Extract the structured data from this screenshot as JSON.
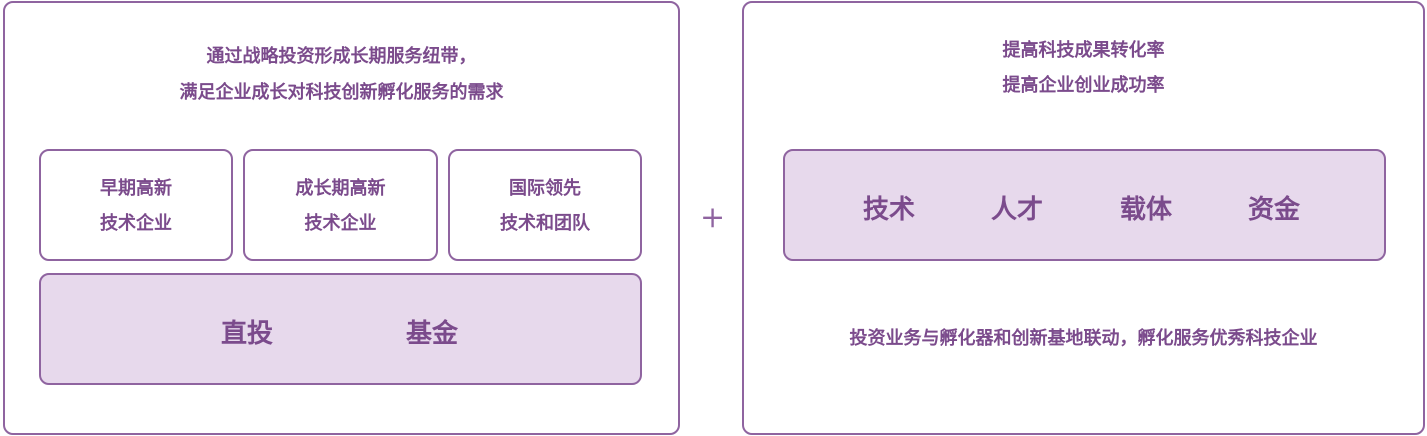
{
  "left": {
    "title_lines": [
      "通过战略投资形成长期服务纽带，",
      "满足企业成长对科技创新孵化服务的需求"
    ],
    "cards": [
      [
        "早期高新",
        "技术企业"
      ],
      [
        "成长期高新",
        "技术企业"
      ],
      [
        "国际领先",
        "技术和团队"
      ]
    ],
    "base_items": [
      "直投",
      "基金"
    ]
  },
  "plus": "+",
  "right": {
    "title_lines": [
      "提高科技成果转化率",
      "提高企业创业成功率"
    ],
    "resources": [
      "技术",
      "人才",
      "载体",
      "资金"
    ],
    "footer": "投资业务与孵化器和创新基地联动，孵化服务优秀科技企业"
  }
}
